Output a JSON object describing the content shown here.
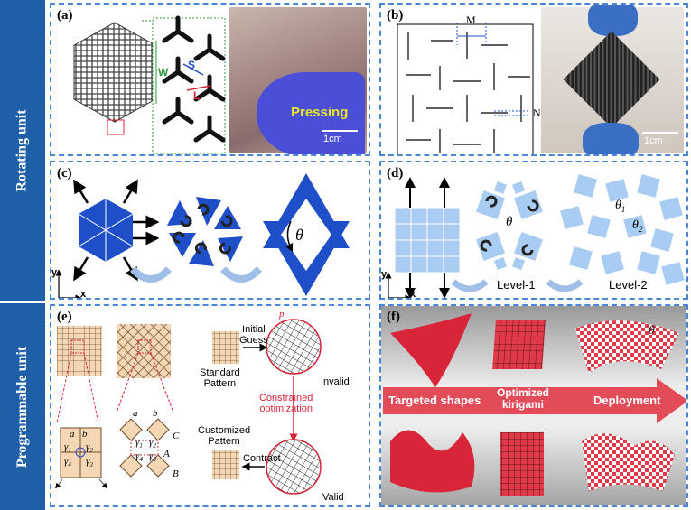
{
  "side_labels": {
    "rotating": "Rotating unit",
    "programmable": "Programmable unit"
  },
  "panels": {
    "a": {
      "label": "(a)",
      "W": "W",
      "S": "S",
      "L": "L",
      "pressing": "Pressing",
      "scale": "1cm"
    },
    "b": {
      "label": "(b)",
      "M": "M",
      "N": "N",
      "scale": "1cm"
    },
    "c": {
      "label": "(c)",
      "theta": "θ",
      "y": "y",
      "x": "x"
    },
    "d": {
      "label": "(d)",
      "theta": "θ",
      "theta1": "θ",
      "theta1_sub": "1",
      "theta2": "θ",
      "theta2_sub": "2",
      "level1": "Level-1",
      "level2": "Level-2",
      "y": "y",
      "x": "x"
    },
    "e": {
      "label": "(e)",
      "standard": "Standard\nPattern",
      "initial": "Initial\nGuess",
      "p": "p",
      "p_sub": "i",
      "invalid": "Invalid",
      "constrained": "Constrained\noptimization",
      "customized": "Customized\nPattern",
      "contract": "Contract",
      "valid": "Valid",
      "a": "a",
      "b": "b",
      "A": "A",
      "B": "B",
      "C": "C",
      "g1": "γ",
      "g2": "γ",
      "g3": "γ",
      "g4": "γ",
      "s1": "1",
      "s2": "2",
      "s3": "3",
      "s4": "4"
    },
    "f": {
      "label": "(f)",
      "targeted": "Targeted shapes",
      "optimized": "Optimized\nkirigami",
      "deployment": "Deployment",
      "theta": "θ"
    }
  },
  "colors": {
    "blue": "#1f4fc8",
    "light_blue": "#a9cdf2",
    "peach": "#f6d7b4",
    "red": "#d9253a",
    "side": "#1f5fa8"
  }
}
